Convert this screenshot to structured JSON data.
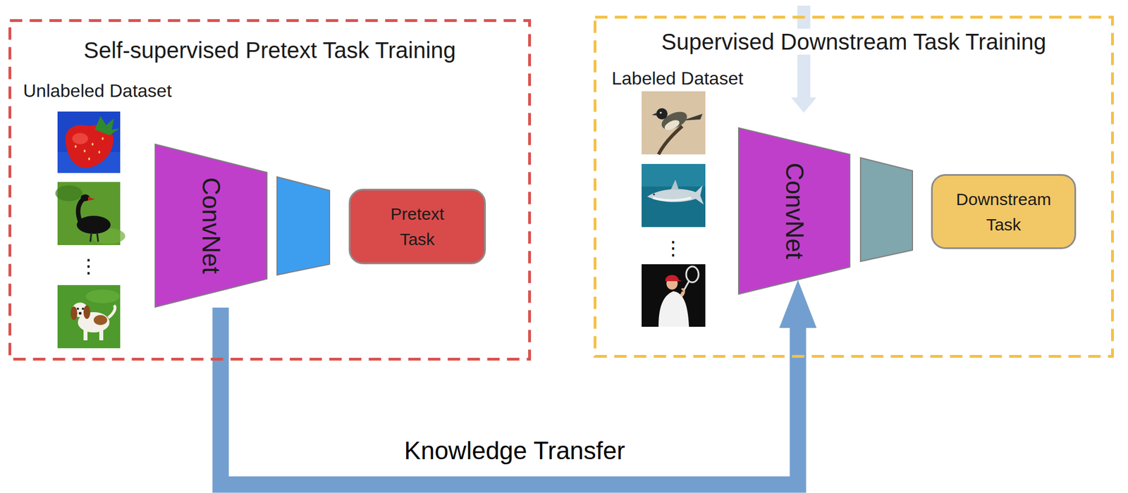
{
  "diagram": {
    "nodes": [
      {
        "text": [
          "Self-supervised Pretext Task Training",
          "Unlabeled Dataset"
        ]
      },
      {
        "text": [
          "ConvNet"
        ],
        "in": 0
      },
      {
        "text": [
          "Pretext Task"
        ],
        "in": 0
      },
      {
        "text": [
          "Supervised Downstream Task Training",
          "Labeled Dataset"
        ]
      },
      {
        "text": [
          "ConvNet"
        ],
        "in": 3
      },
      {
        "text": [
          "Downstream Task"
        ],
        "in": 3
      }
    ],
    "edges": [
      {
        "from": 1,
        "to": 4,
        "arrow": "to",
        "label": "Knowledge Transfer"
      }
    ],
    "labels": [
      "⋮",
      "⋮"
    ]
  }
}
